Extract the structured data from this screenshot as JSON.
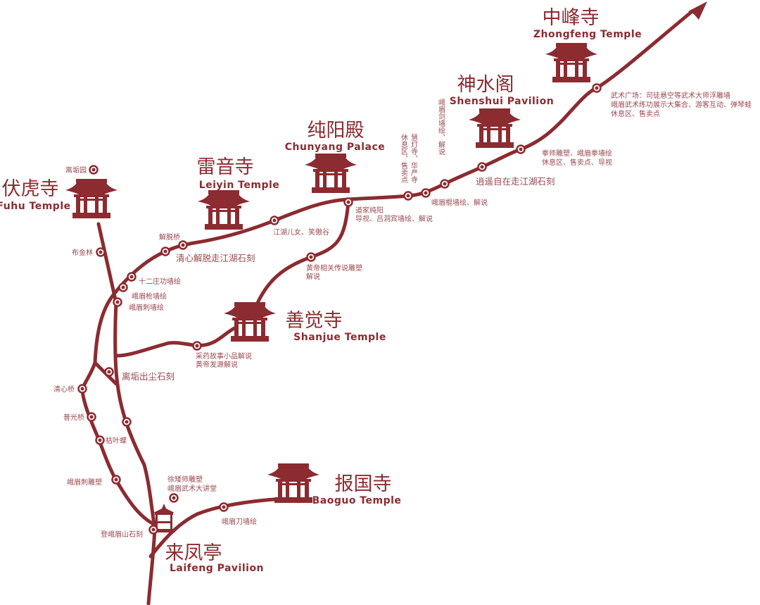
{
  "colors": {
    "route": "#8c2b30",
    "label": "#9a4a50",
    "background": "#ffffff"
  },
  "sites": {
    "zhongfeng": {
      "cn": "中峰寺",
      "en": "Zhongfeng Temple",
      "icon": "temple-icon"
    },
    "shenshui": {
      "cn": "神水阁",
      "en": "Shenshui Pavilion",
      "icon": "temple-icon"
    },
    "chunyang": {
      "cn": "纯阳殿",
      "en": "Chunyang Palace",
      "icon": "temple-icon"
    },
    "leiyin": {
      "cn": "雷音寺",
      "en": "Leiyin Temple",
      "icon": "temple-icon"
    },
    "fuhu": {
      "cn": "伏虎寺",
      "en": "Fuhu Temple",
      "icon": "temple-icon"
    },
    "shanjue": {
      "cn": "善觉寺",
      "en": "Shanjue Temple",
      "icon": "temple-icon"
    },
    "baoguo": {
      "cn": "报国寺",
      "en": "Baoguo Temple",
      "icon": "temple-icon"
    },
    "laifeng": {
      "cn": "来凤亭",
      "en": "Laifeng Pavilion",
      "icon": "pavilion-icon"
    }
  },
  "stops": {
    "ligouyuan": "离垢园",
    "bujinlin": "布金林",
    "shierzhuang": "十二庄功墙绘",
    "emeiqiang": "峨眉枪墙绘",
    "emeici_wall": "峨眉刺墙绘",
    "jietuoqiao": "解脱桥",
    "qingxin_carving": "清心解脱走江湖石刻",
    "jianghu": "江湖儿女、笑傲谷",
    "daojia": [
      "道家纯阳",
      "导视、吕洞宾墙绘、解说"
    ],
    "huangdi_sculpture": [
      "黄帝相关传说雕塑",
      "解说"
    ],
    "rest_area_vertical": "休息区、售卖点",
    "huideng_vertical": "慧灯寺、华严寺",
    "emeijian_vertical": "峨眉剑墙绘、解说",
    "emeigun": "峨眉棍墙绘、解说",
    "xiaoyao": "逍遥自在走江湖石刻",
    "quanshi": [
      "拳师雕塑、峨眉拳墙绘",
      "休息区、售卖点、导视"
    ],
    "wushu": [
      "武术广场：司徒悬空等武术大师浮雕墙",
      "峨眉武术练功展示大集合、游客互动、弹琴蛙",
      "休息区、售卖点"
    ],
    "caiyao": [
      "采药故事小品解说",
      "黄帝发源解说"
    ],
    "ligou_carving": "离垢出尘石刻",
    "qingxinqiao": "清心桥",
    "puguangqiao": "普光桥",
    "kuyedie": "枯叶蝶",
    "emeici_sculpture": "峨眉刺雕塑",
    "xuaishi": [
      "徐矮师雕塑",
      "峨眉武术大讲堂"
    ],
    "emeidao": "峨眉刀墙绘",
    "dengemei": "登峨眉山石刻"
  }
}
